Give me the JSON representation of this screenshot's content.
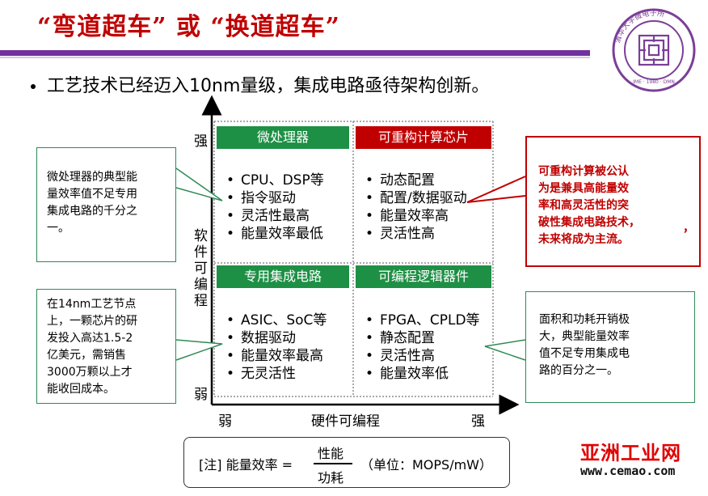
{
  "header": {
    "title": "“弯道超车” 或 “换道超车”"
  },
  "bullet": "工艺技术已经迈入10nm量级，集成电路亟待架构创新。",
  "axes": {
    "y_strong": "强",
    "y_weak": "弱",
    "y_label_chars": [
      "软",
      "件",
      "可",
      "编",
      "程"
    ],
    "x_weak": "弱",
    "x_label": "硬件可编程",
    "x_strong": "强"
  },
  "quadrants": {
    "top_left": {
      "title": "微处理器",
      "items": [
        "CPU、DSP等",
        "指令驱动",
        "灵活性最高",
        "能量效率最低"
      ]
    },
    "top_right": {
      "title": "可重构计算芯片",
      "items": [
        "动态配置",
        "配置/数据驱动",
        "能量效率高",
        "灵活性高"
      ]
    },
    "bottom_left": {
      "title": "专用集成电路",
      "items": [
        "ASIC、SoC等",
        "数据驱动",
        "能量效率最高",
        "无灵活性"
      ]
    },
    "bottom_right": {
      "title": "可编程逻辑器件",
      "items": [
        "FPGA、CPLD等",
        "静态配置",
        "灵活性高",
        "能量效率低"
      ]
    }
  },
  "callouts": {
    "top_left": [
      "微处理器的典型能",
      "量效率值不足专用",
      "集成电路的千分之",
      "一。"
    ],
    "bottom_left": [
      "在14nm工艺节点",
      "上，一颗芯片的研",
      "发投入高达1.5-2",
      "亿美元，需销售",
      "3000万颗以上才",
      "能收回成本。"
    ],
    "top_right": [
      "可重构计算被公认",
      "为是兼具高能量效",
      "率和高灵活性的突",
      "破性集成电路技术，",
      "未来将成为主流。"
    ],
    "top_right_extra": "，",
    "bottom_right": [
      "面积和功耗开销极",
      "大，典型能量效率",
      "值不足专用集成电",
      "路的百分之一。"
    ]
  },
  "note": {
    "prefix": "[注] 能量效率 =",
    "numerator": "性能",
    "denominator": "功耗",
    "unit": "（单位：MOPS/mW）"
  },
  "logo": {
    "ring_text": "清华大学微电子所",
    "year_text": "IME · 1980 · DMN"
  },
  "watermark": {
    "brand": "亚洲工业网",
    "url": "www.cemao.com"
  },
  "colors": {
    "title_red": "#c00000",
    "rule_purple": "#7030a0",
    "header_green": "#1e9045",
    "header_red": "#c00000",
    "callout_green": "#2e8b57"
  }
}
